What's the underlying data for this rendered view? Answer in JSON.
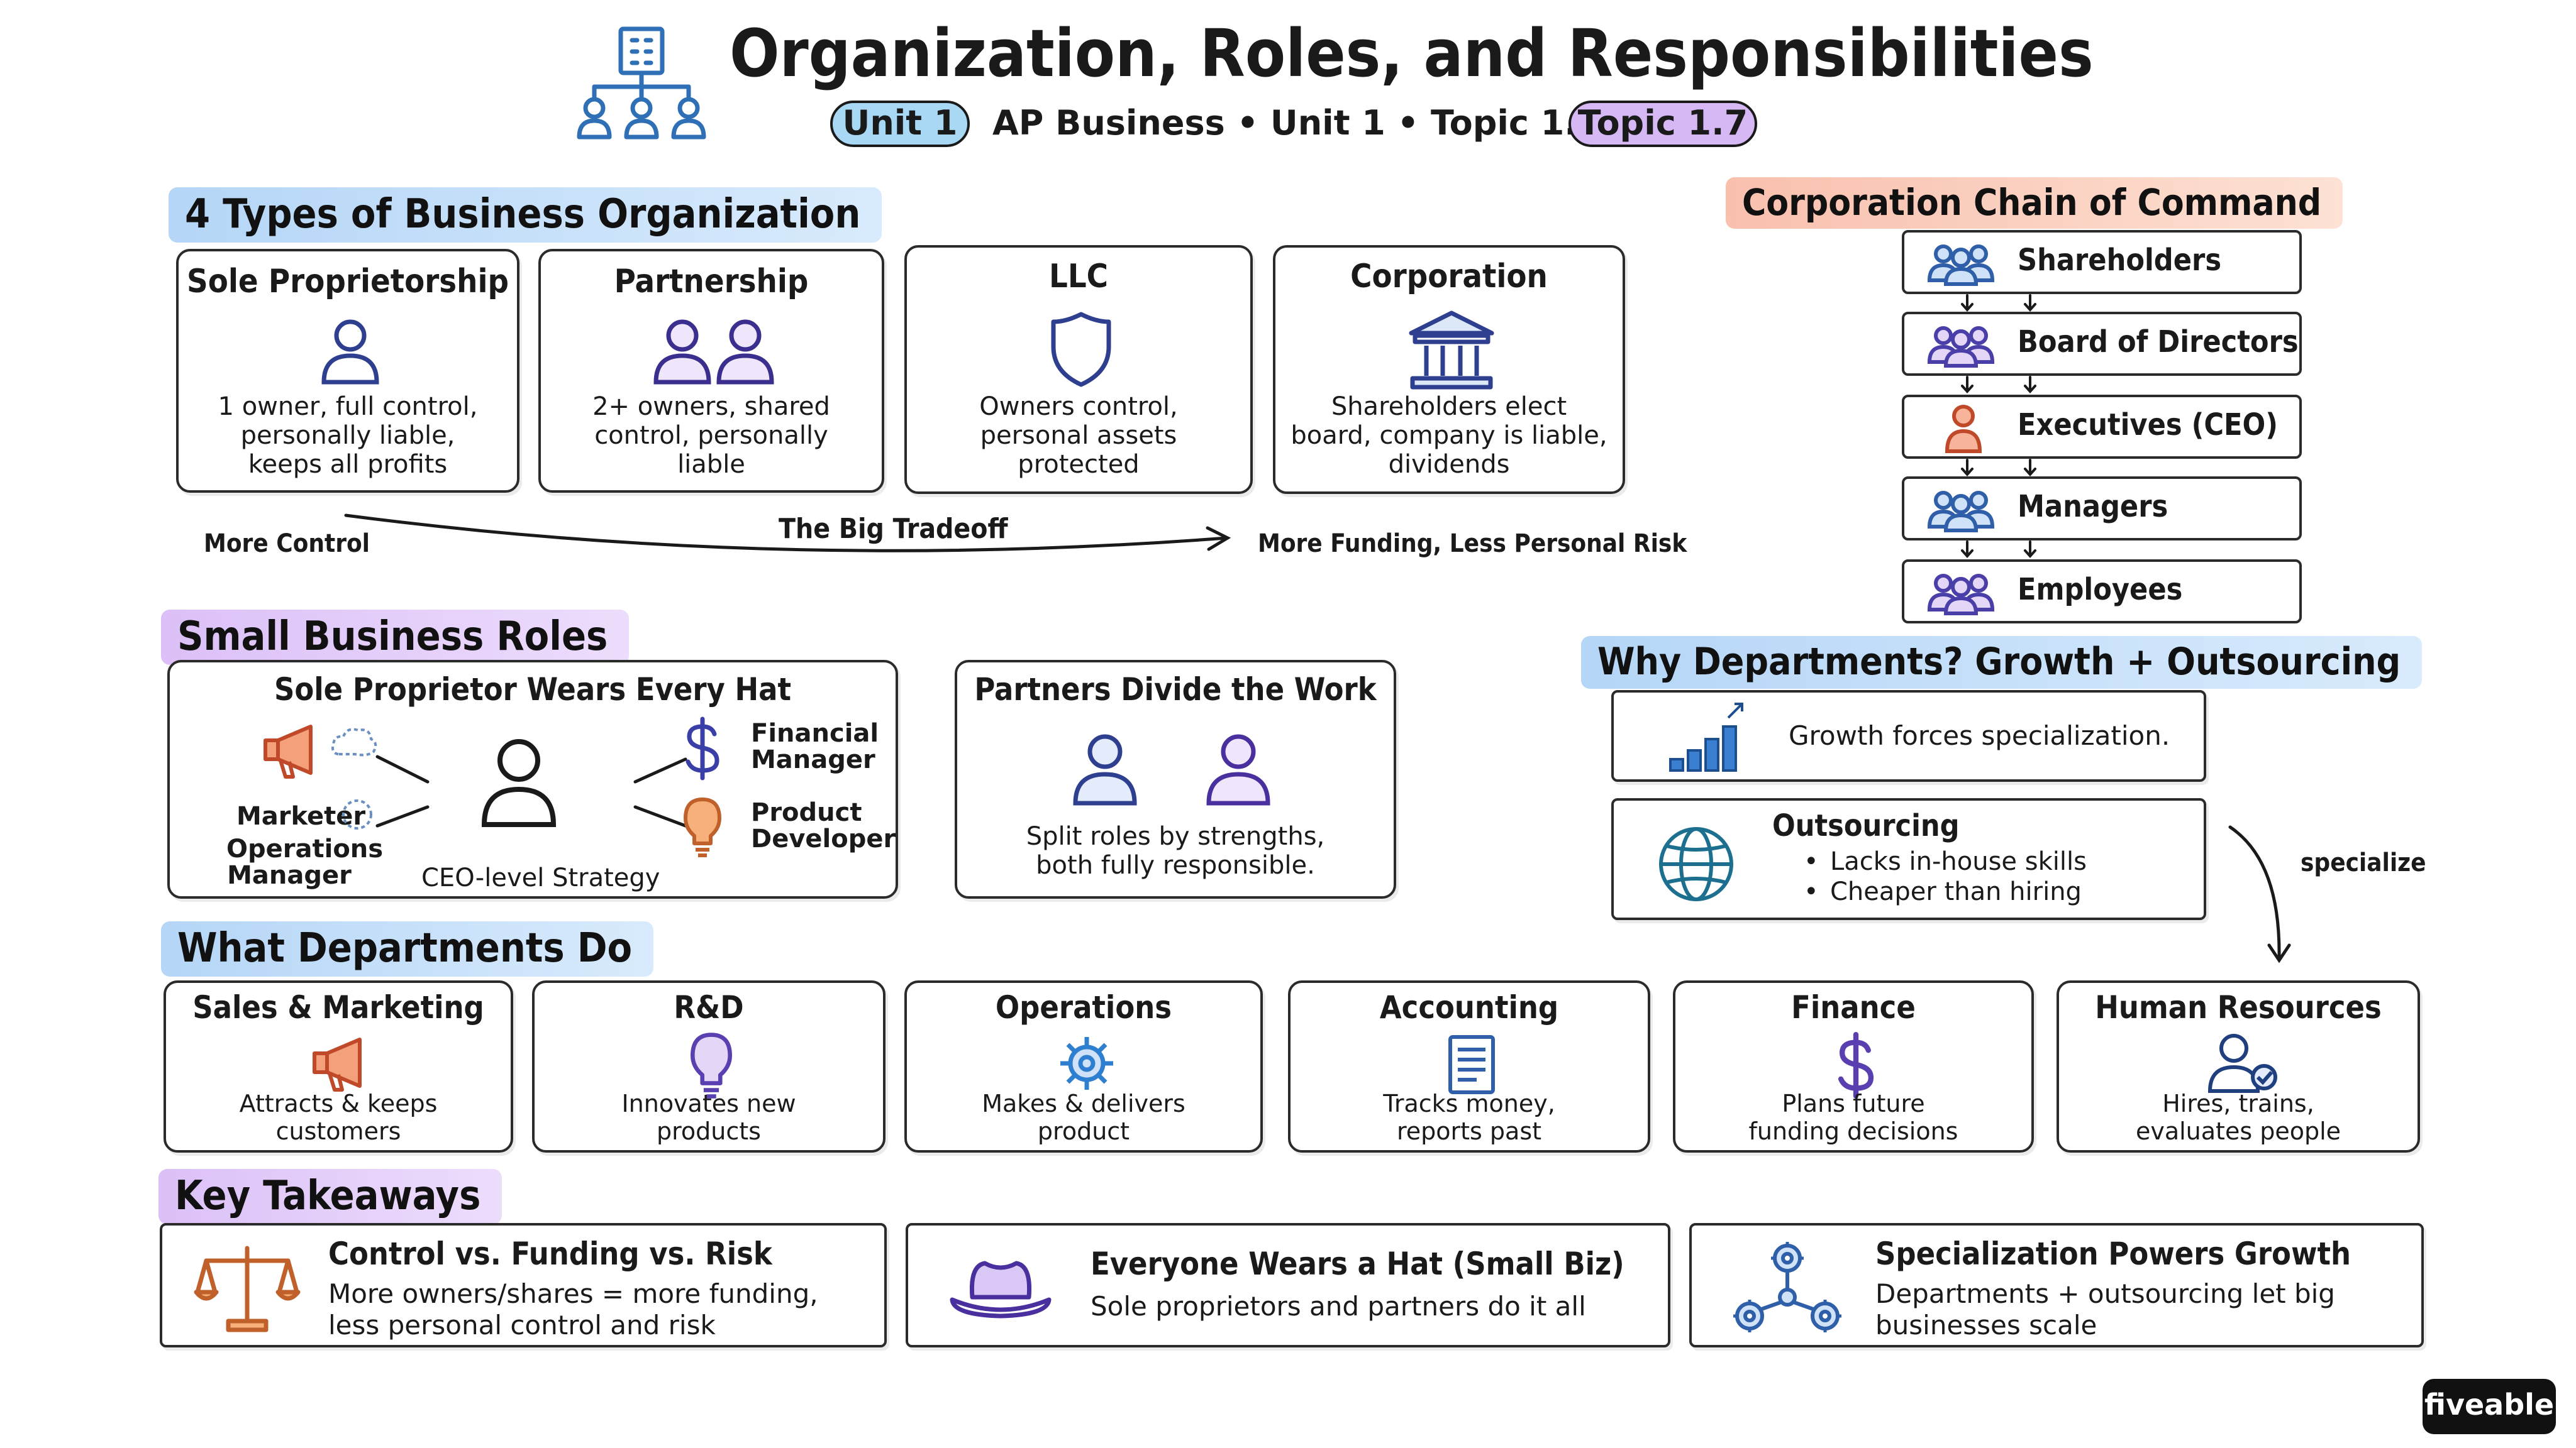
{
  "header": {
    "title": "Organization, Roles, and Responsibilities",
    "unit_badge": "Unit 1",
    "subtitle": "AP Business • Unit 1 • Topic 1.7",
    "topic_badge": "Topic 1.7",
    "colors": {
      "unit_badge": "#a9d8f5",
      "topic_badge": "#d6b8f5",
      "icon": "#2f6fb5"
    }
  },
  "types_section": {
    "title": "4 Types of Business Organization",
    "cards": [
      {
        "title": "Sole Proprietorship",
        "icon": "person-icon",
        "desc": "1 owner, full control,\npersonally liable,\nkeeps all profits"
      },
      {
        "title": "Partnership",
        "icon": "two-people-icon",
        "desc": "2+ owners, shared\ncontrol, personally\nliable"
      },
      {
        "title": "LLC",
        "icon": "shield-icon",
        "desc": "Owners control,\npersonal assets\nprotected"
      },
      {
        "title": "Corporation",
        "icon": "bank-building-icon",
        "desc": "Shareholders elect\nboard, company is liable,\ndividends"
      }
    ],
    "tradeoff": {
      "left": "More Control",
      "middle": "The Big Tradeoff",
      "right": "More Funding, Less Personal Risk"
    }
  },
  "chain": {
    "title": "Corporation Chain of Command",
    "levels": [
      {
        "label": "Shareholders",
        "icon": "group-icon"
      },
      {
        "label": "Board of Directors",
        "icon": "group-icon"
      },
      {
        "label": "Executives (CEO)",
        "icon": "executive-icon"
      },
      {
        "label": "Managers",
        "icon": "group-icon"
      },
      {
        "label": "Employees",
        "icon": "group-icon"
      }
    ]
  },
  "roles_section": {
    "title": "Small Business Roles",
    "sole": {
      "title": "Sole Proprietor Wears Every Hat",
      "hats": {
        "marketer": "Marketer",
        "operations": "Operations\nManager",
        "ceo": "CEO-level Strategy",
        "financial": "Financial\nManager",
        "product": "Product\nDeveloper"
      }
    },
    "partners": {
      "title": "Partners Divide the Work",
      "desc": "Split roles by strengths,\nboth fully responsible."
    }
  },
  "why_section": {
    "title": "Why Departments? Growth + Outsourcing",
    "growth_text": "Growth forces specialization.",
    "outsourcing_title": "Outsourcing",
    "outsourcing_bullets": [
      "Lacks in-house skills",
      "Cheaper than hiring"
    ],
    "arrow_label": "specialize"
  },
  "departments_section": {
    "title": "What Departments Do",
    "items": [
      {
        "title": "Sales & Marketing",
        "icon": "megaphone-icon",
        "desc": "Attracts & keeps\ncustomers"
      },
      {
        "title": "R&D",
        "icon": "lightbulb-icon",
        "desc": "Innovates new\nproducts"
      },
      {
        "title": "Operations",
        "icon": "gear-icon",
        "desc": "Makes & delivers\nproduct"
      },
      {
        "title": "Accounting",
        "icon": "ledger-icon",
        "desc": "Tracks money,\nreports past"
      },
      {
        "title": "Finance",
        "icon": "dollar-icon",
        "desc": "Plans future\nfunding decisions"
      },
      {
        "title": "Human Resources",
        "icon": "person-check-icon",
        "desc": "Hires, trains,\nevaluates people"
      }
    ]
  },
  "takeaways_section": {
    "title": "Key Takeaways",
    "items": [
      {
        "title": "Control vs. Funding vs. Risk",
        "icon": "scales-icon",
        "desc": "More owners/shares = more funding,\nless personal control and risk"
      },
      {
        "title": "Everyone Wears a Hat (Small Biz)",
        "icon": "hat-icon",
        "desc": "Sole proprietors and partners do it all"
      },
      {
        "title": "Specialization Powers Growth",
        "icon": "gear-network-icon",
        "desc": "Departments + outsourcing let big\nbusinesses scale"
      }
    ]
  },
  "brand": {
    "label": "fiveable"
  }
}
